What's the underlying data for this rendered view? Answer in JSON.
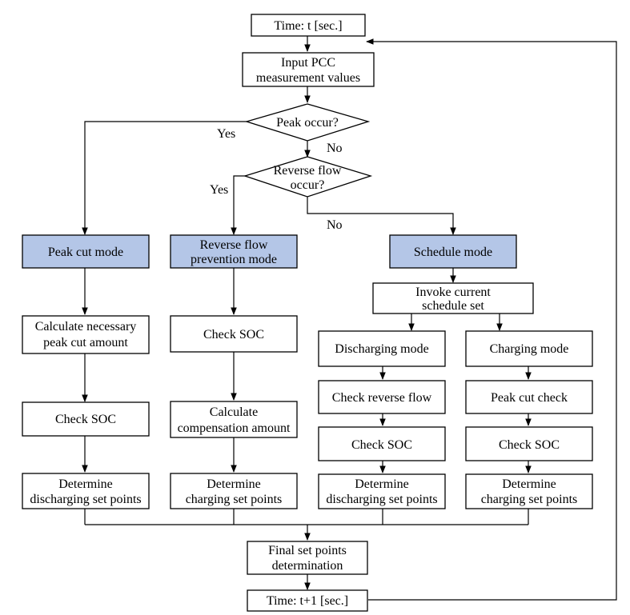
{
  "nodes": {
    "time_start": "Time: t [sec.]",
    "input_pcc": [
      "Input PCC",
      "measurement values"
    ],
    "peak_decision": "Peak occur?",
    "reverse_decision": [
      "Reverse flow",
      "occur?"
    ],
    "peak_cut_mode": "Peak cut mode",
    "reverse_mode": [
      "Reverse flow",
      "prevention mode"
    ],
    "schedule_mode": "Schedule mode",
    "invoke_schedule": [
      "Invoke current",
      "schedule set"
    ],
    "calc_peak_cut": [
      "Calculate necessary",
      "peak cut amount"
    ],
    "check_soc_reverse": "Check SOC",
    "discharging_mode": "Discharging mode",
    "charging_mode": "Charging mode",
    "check_soc_peak": "Check SOC",
    "calc_compensation": [
      "Calculate",
      "compensation amount"
    ],
    "check_reverse_flow": "Check reverse flow",
    "peak_cut_check": "Peak cut check",
    "check_soc_discharging": "Check SOC",
    "check_soc_charging": "Check SOC",
    "determine_discharging_1": [
      "Determine",
      "discharging set points"
    ],
    "determine_charging_1": [
      "Determine",
      "charging set points"
    ],
    "determine_discharging_2": [
      "Determine",
      "discharging set points"
    ],
    "determine_charging_2": [
      "Determine",
      "charging set points"
    ],
    "final_set_points": [
      "Final set points",
      "determination"
    ],
    "time_next": "Time: t+1 [sec.]"
  },
  "edge_labels": {
    "peak_yes": "Yes",
    "peak_no": "No",
    "reverse_yes": "Yes",
    "reverse_no": "No"
  },
  "colors": {
    "mode_fill": "#b4c6e7",
    "box_fill": "#ffffff",
    "stroke": "#000000"
  }
}
